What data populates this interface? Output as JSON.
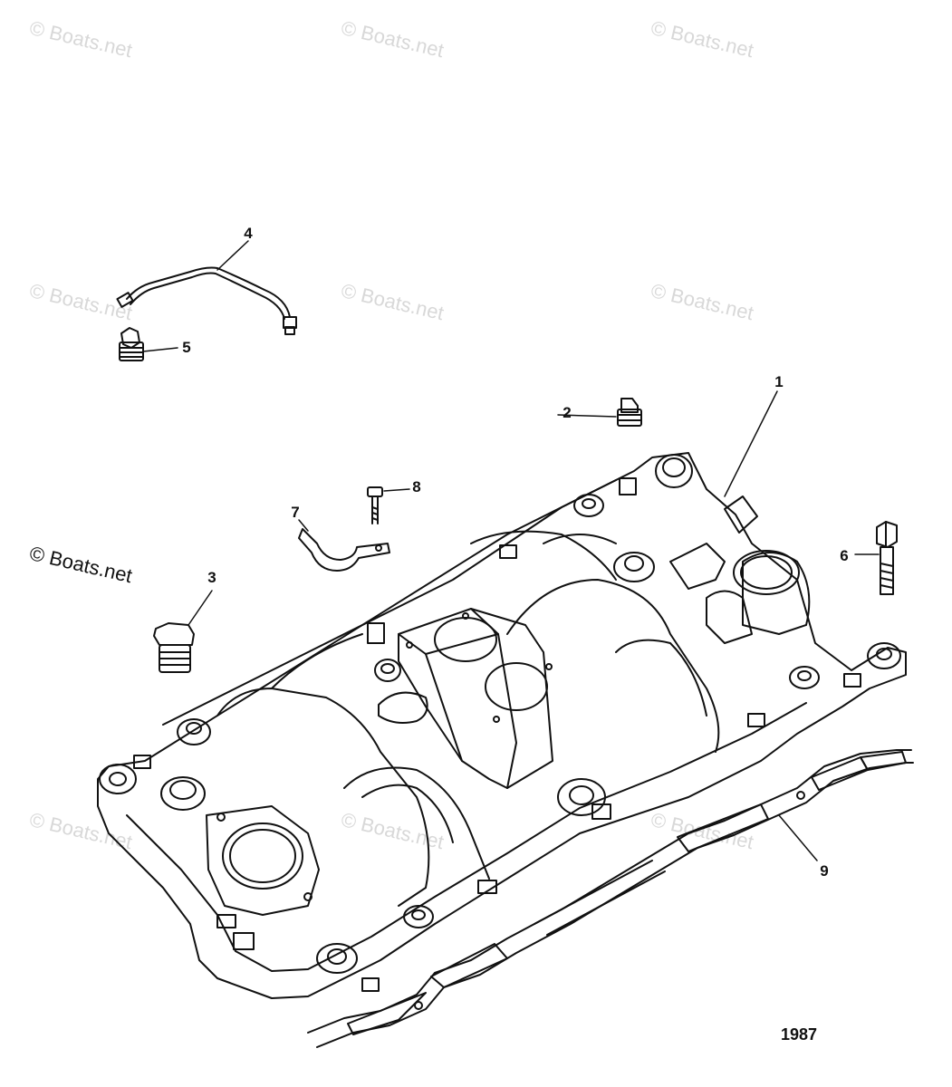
{
  "watermark": {
    "text": "© Boats.net",
    "copies": [
      "© Boats.net",
      "© Boats.net",
      "© Boats.net",
      "© Boats.net",
      "© Boats.net",
      "© Boats.net",
      "© Boats.net",
      "© Boats.net",
      "© Boats.net"
    ],
    "prominent_text": "© Boats.net"
  },
  "callouts": {
    "c1": "1",
    "c2": "2",
    "c3": "3",
    "c4": "4",
    "c5": "5",
    "c6": "6",
    "c7": "7",
    "c8": "8",
    "c9": "9"
  },
  "diagram_code": "1987",
  "colors": {
    "line": "#111111",
    "watermark": "#d8d8d8",
    "background": "#ffffff"
  }
}
